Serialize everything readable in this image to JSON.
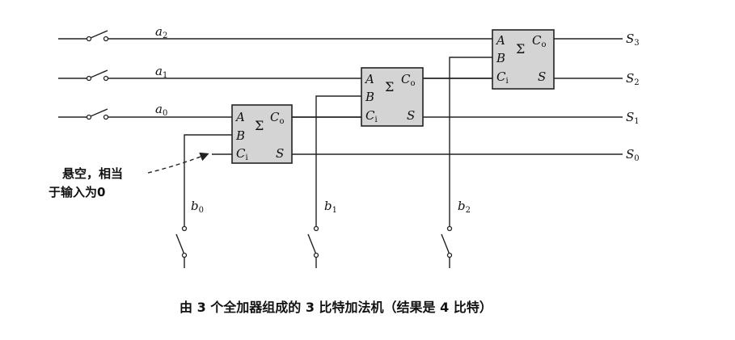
{
  "inputs_a": [
    {
      "letter": "a",
      "index": "2"
    },
    {
      "letter": "a",
      "index": "1"
    },
    {
      "letter": "a",
      "index": "0"
    }
  ],
  "inputs_b": [
    {
      "letter": "b",
      "index": "0"
    },
    {
      "letter": "b",
      "index": "1"
    },
    {
      "letter": "b",
      "index": "2"
    }
  ],
  "outputs": [
    {
      "letter": "S",
      "index": "3"
    },
    {
      "letter": "S",
      "index": "2"
    },
    {
      "letter": "S",
      "index": "1"
    },
    {
      "letter": "S",
      "index": "0"
    }
  ],
  "adder": {
    "port_a": "A",
    "port_b": "B",
    "port_ci": {
      "letter": "C",
      "index": "i"
    },
    "port_co": {
      "letter": "C",
      "index": "o"
    },
    "port_s": "S",
    "sigma": "Σ"
  },
  "note": {
    "line1": "悬空，相当",
    "line2": "于输入为0"
  },
  "caption": "由 3 个全加器组成的 3 比特加法机（结果是 4 比特）"
}
